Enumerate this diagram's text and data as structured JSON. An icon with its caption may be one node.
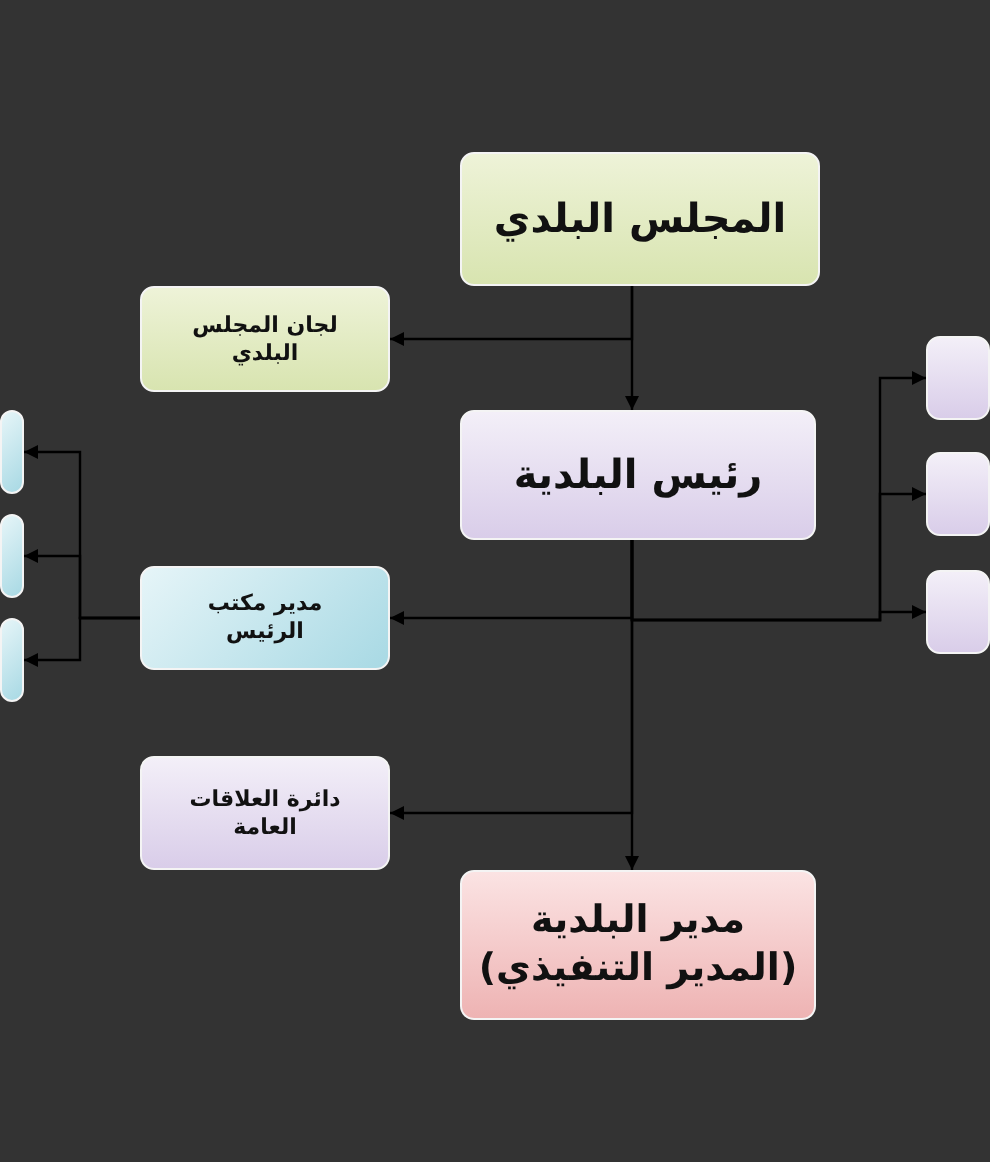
{
  "diagram": {
    "nodes": [
      {
        "text": [
          "المجلس البلدي"
        ]
      },
      {
        "text": [
          "لجان المجلس البلدي"
        ]
      },
      {
        "text": [
          "رئيس البلدية"
        ]
      },
      {
        "text": [
          "مدير مكتب الرئيس"
        ]
      },
      {
        "text": [
          "دائرة العلاقات العامة"
        ]
      },
      {
        "text": [
          "مدير البلدية (المدير التنفيذي)"
        ]
      },
      {
        "text": [],
        "shape": "box"
      },
      {
        "text": [],
        "shape": "box"
      },
      {
        "text": [],
        "shape": "box"
      },
      {
        "text": [],
        "shape": "box"
      },
      {
        "text": [],
        "shape": "box"
      },
      {
        "text": [],
        "shape": "box"
      }
    ],
    "edges": [
      {
        "from": 0,
        "to": 2,
        "arrow": "to"
      },
      {
        "from": 0,
        "to": 1,
        "arrow": "to"
      },
      {
        "from": 2,
        "to": 5,
        "arrow": "to"
      },
      {
        "from": 2,
        "to": 3,
        "arrow": "to"
      },
      {
        "from": 2,
        "to": 4,
        "arrow": "to"
      },
      {
        "from": 2,
        "to": 9,
        "arrow": "to"
      },
      {
        "from": 2,
        "to": 10,
        "arrow": "to"
      },
      {
        "from": 2,
        "to": 11,
        "arrow": "to"
      },
      {
        "from": 3,
        "to": 6,
        "arrow": "to"
      },
      {
        "from": 3,
        "to": 7,
        "arrow": "to"
      },
      {
        "from": 3,
        "to": 8,
        "arrow": "to"
      }
    ]
  }
}
